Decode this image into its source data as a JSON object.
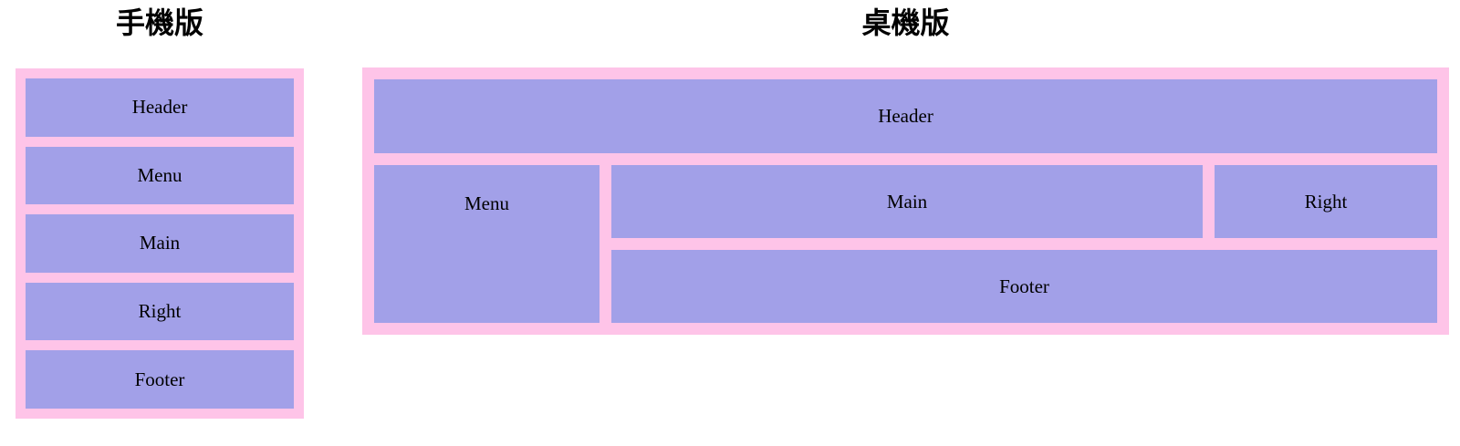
{
  "mobile_layout": {
    "title": "手機版",
    "boxes": [
      "Header",
      "Menu",
      "Main",
      "Right",
      "Footer"
    ]
  },
  "desktop_layout": {
    "title": "桌機版",
    "areas": {
      "header": "Header",
      "menu": "Menu",
      "main": "Main",
      "right": "Right",
      "footer": "Footer"
    }
  },
  "colors": {
    "container_pink": "#fec4e8",
    "box_purple": "#a2a0e8",
    "label_text": "#000000",
    "page_bg": "#ffffff"
  }
}
